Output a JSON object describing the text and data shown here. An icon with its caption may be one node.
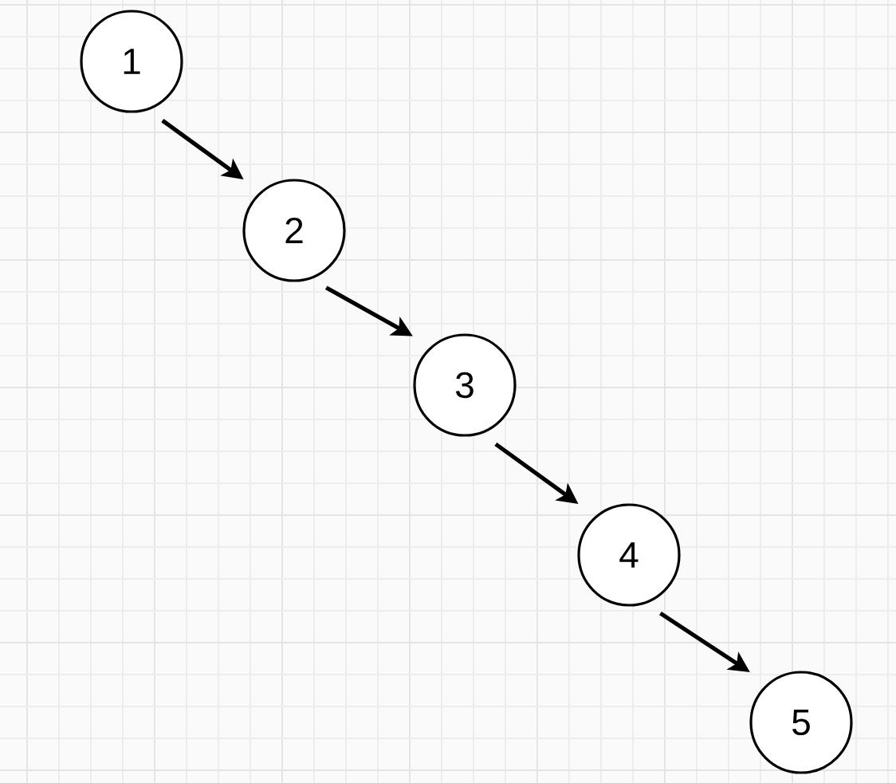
{
  "diagram": {
    "nodes": [
      {
        "text": [
          "1"
        ]
      },
      {
        "text": [
          "2"
        ]
      },
      {
        "text": [
          "3"
        ]
      },
      {
        "text": [
          "4"
        ]
      },
      {
        "text": [
          "5"
        ]
      }
    ],
    "edges": [
      {
        "from": 0,
        "to": 1,
        "arrow": "to"
      },
      {
        "from": 1,
        "to": 2,
        "arrow": "to"
      },
      {
        "from": 2,
        "to": 3,
        "arrow": "to"
      },
      {
        "from": 3,
        "to": 4,
        "arrow": "to"
      }
    ]
  }
}
